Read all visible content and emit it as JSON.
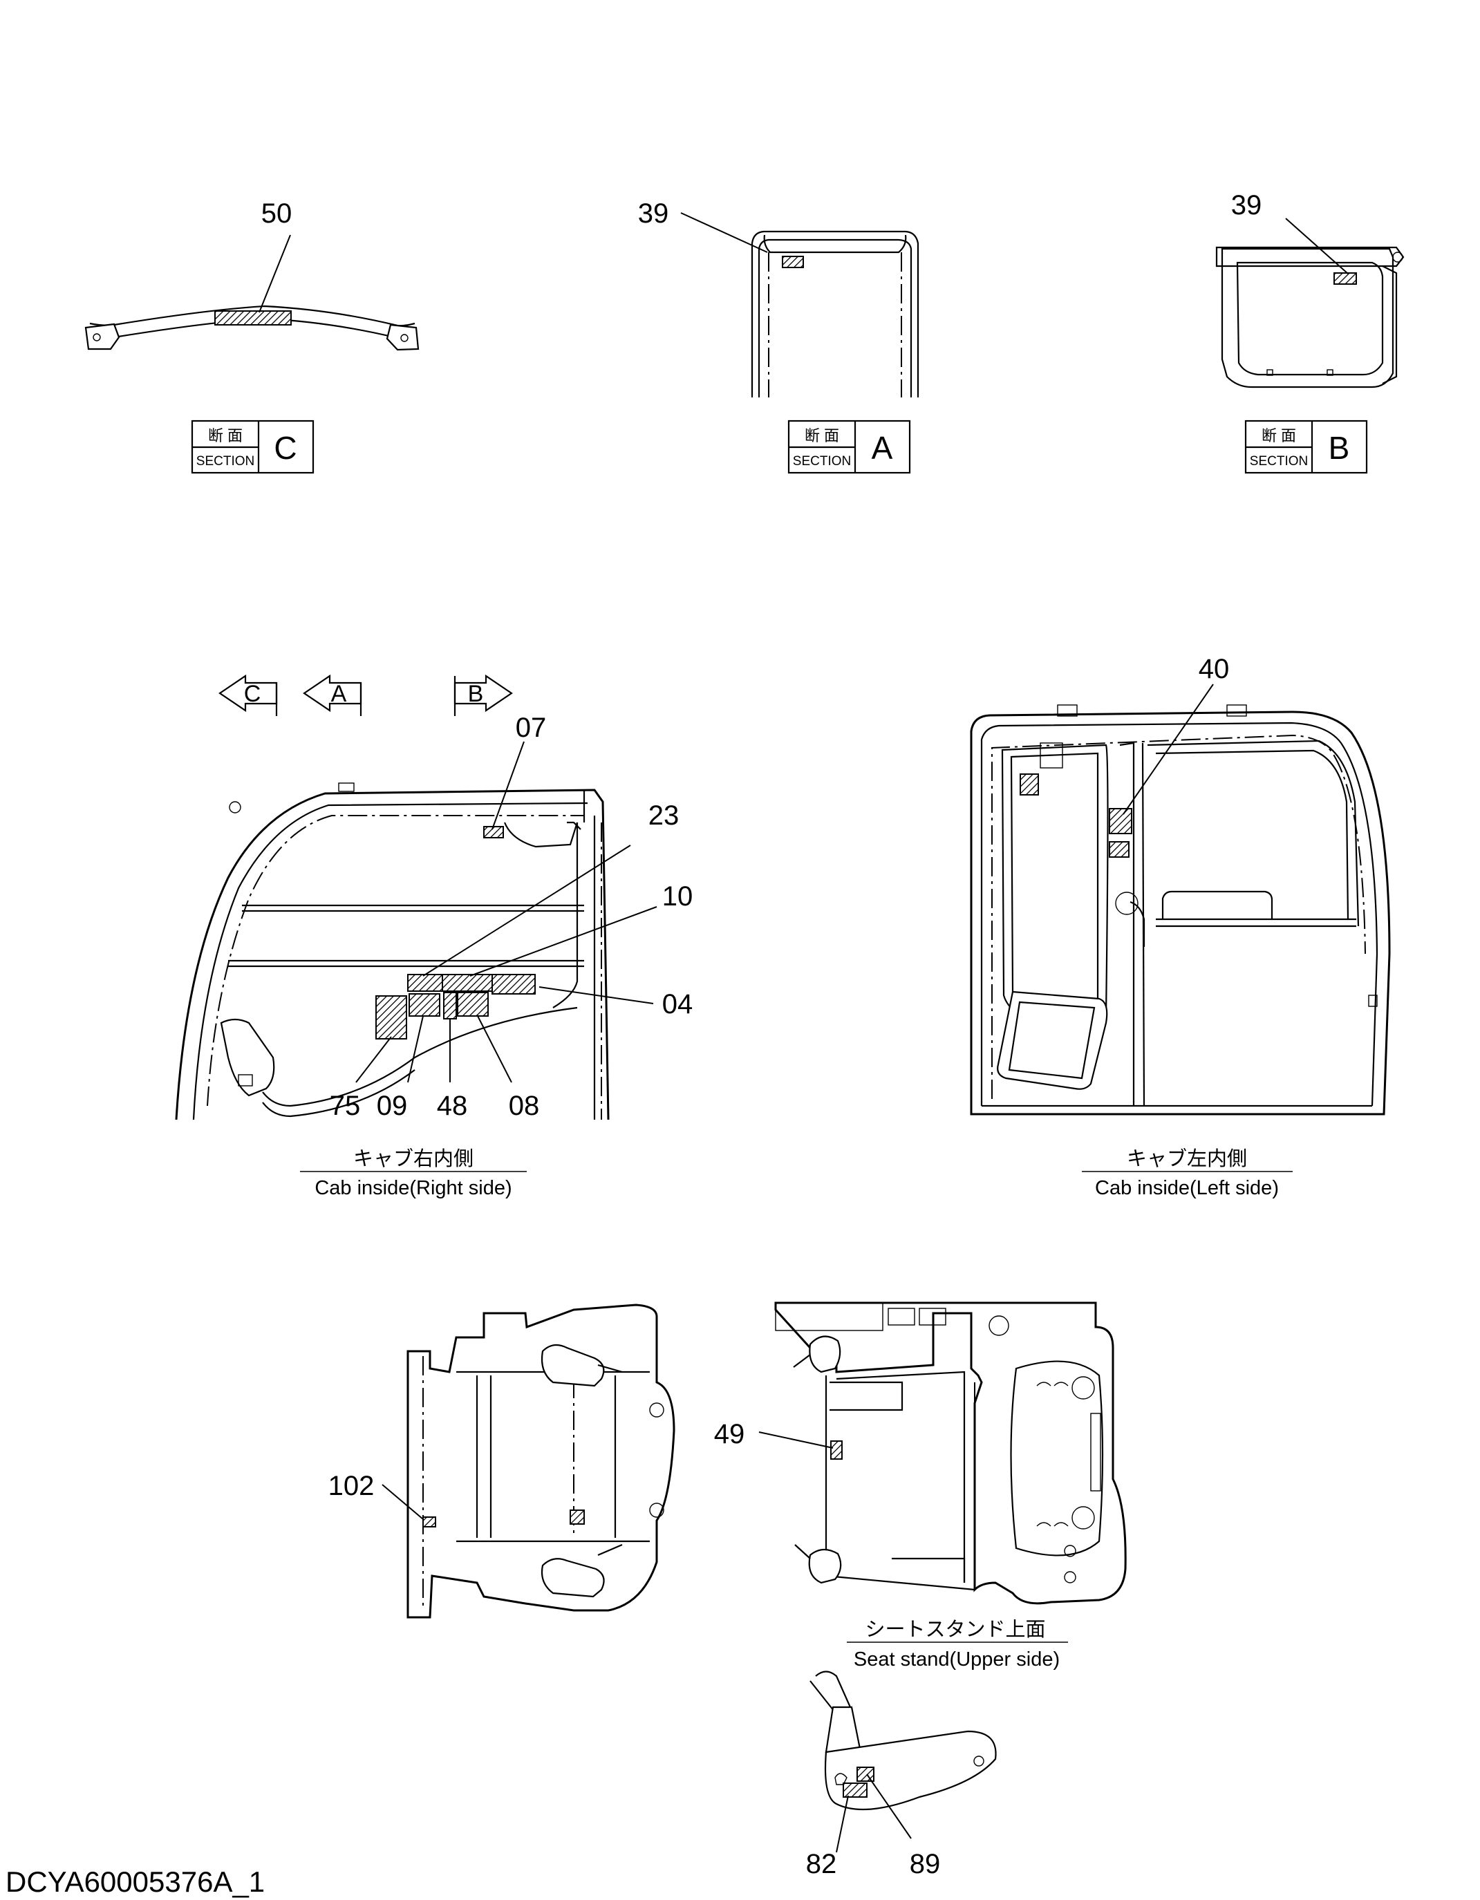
{
  "drawing_id": "DCYA60005376A_1",
  "sections": [
    {
      "id": "C",
      "jp": "断 面",
      "en": "SECTION",
      "part_numbers": [
        "50"
      ]
    },
    {
      "id": "A",
      "jp": "断 面",
      "en": "SECTION",
      "part_numbers": [
        "39"
      ]
    },
    {
      "id": "B",
      "jp": "断 面",
      "en": "SECTION",
      "part_numbers": [
        "39"
      ]
    }
  ],
  "section_arrows": [
    "C",
    "A",
    "B"
  ],
  "views": {
    "cab_right": {
      "caption_jp": "キャブ右内側",
      "caption_en": "Cab inside(Right side)",
      "part_numbers": [
        "07",
        "23",
        "10",
        "04",
        "75",
        "09",
        "48",
        "08"
      ]
    },
    "cab_left": {
      "caption_jp": "キャブ左内側",
      "caption_en": "Cab inside(Left side)",
      "part_numbers": [
        "40"
      ]
    },
    "console": {
      "part_numbers": [
        "102"
      ]
    },
    "seat_stand": {
      "caption_jp": "シートスタンド上面",
      "caption_en": "Seat stand(Upper side)",
      "part_numbers": [
        "49"
      ]
    },
    "lever_grip": {
      "part_numbers": [
        "82",
        "89"
      ]
    }
  }
}
